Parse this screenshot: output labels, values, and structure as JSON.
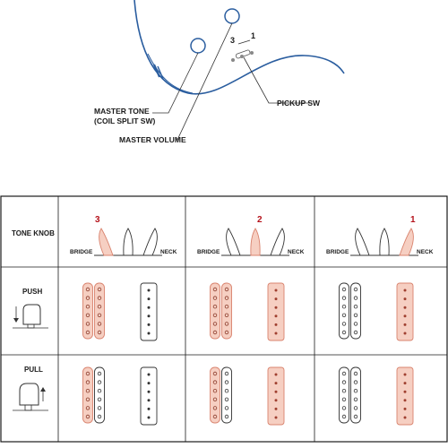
{
  "labels": {
    "master_tone_line1": "MASTER TONE",
    "master_tone_line2": "(COIL SPLIT SW)",
    "master_volume": "MASTER VOLUME",
    "pickup_sw": "PICKUP SW",
    "switch_pos_3": "3",
    "switch_pos_1": "1"
  },
  "table": {
    "corner_header": "TONE KNOB",
    "row_push": "PUSH",
    "row_pull": "PULL",
    "bridge": "BRIDGE",
    "neck": "NECK",
    "columns": [
      {
        "position": "3"
      },
      {
        "position": "2"
      },
      {
        "position": "1"
      }
    ]
  },
  "colors": {
    "accent_number": "#b5121b",
    "active_fill": "#f6cfc2",
    "active_stroke": "#d9836e",
    "line": "#333333",
    "body_curve": "#2a5d9f"
  }
}
